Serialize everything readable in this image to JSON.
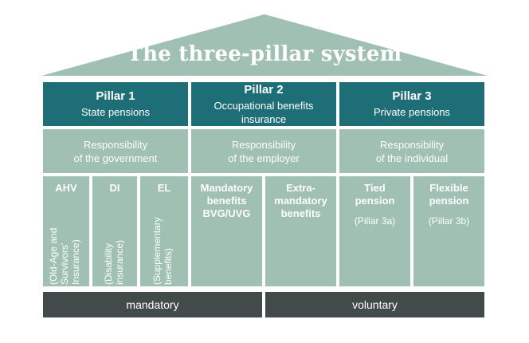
{
  "title": "The three-pillar system",
  "colors": {
    "roof": "#9fc0b2",
    "header": "#1e6e78",
    "body": "#9fc0b2",
    "base": "#434a4a",
    "text": "#ffffff"
  },
  "pillars": [
    {
      "title": "Pillar 1",
      "subtitle": "State pensions",
      "responsibility": [
        "Responsibility",
        "of the government"
      ],
      "columns": [
        {
          "title": "AHV",
          "vertical": [
            "(Old-Age and",
            "Survivors'",
            "Insurance)"
          ]
        },
        {
          "title": "DI",
          "vertical": [
            "(Disability",
            "insurance)"
          ]
        },
        {
          "title": "EL",
          "vertical": [
            "(Supplementary",
            "benefits)"
          ]
        }
      ]
    },
    {
      "title": "Pillar 2",
      "subtitle": "Occupational benefits insurance",
      "responsibility": [
        "Responsibility",
        "of the employer"
      ],
      "columns": [
        {
          "title": [
            "Mandatory",
            "benefits",
            "BVG/UVG"
          ]
        },
        {
          "title": [
            "Extra-",
            "mandatory",
            "benefits"
          ]
        }
      ]
    },
    {
      "title": "Pillar 3",
      "subtitle": "Private pensions",
      "responsibility": [
        "Responsibility",
        "of the individual"
      ],
      "columns": [
        {
          "title": [
            "Tied",
            "pension"
          ],
          "sub": "(Pillar 3a)"
        },
        {
          "title": [
            "Flexible",
            "pension"
          ],
          "sub": "(Pillar 3b)"
        }
      ]
    }
  ],
  "base": {
    "mandatory": "mandatory",
    "voluntary": "voluntary"
  }
}
